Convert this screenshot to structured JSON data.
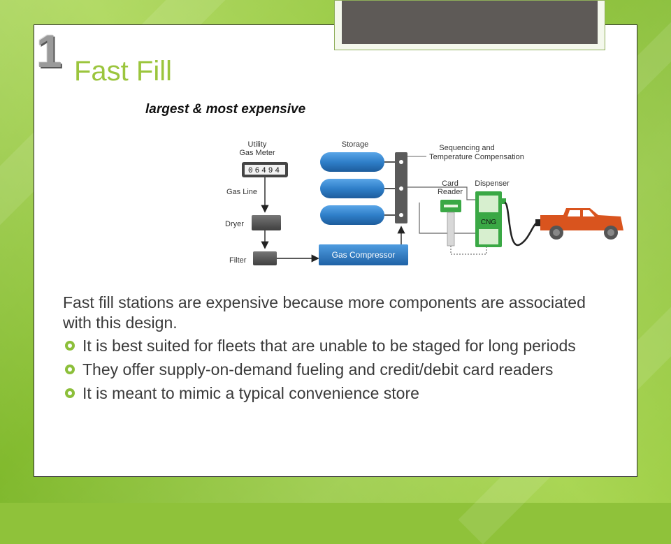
{
  "slide": {
    "number": "1",
    "title": "Fast Fill",
    "subtitle": "largest & most expensive",
    "intro": "Fast fill stations are expensive because more components are associated with this design.",
    "bullets": [
      "It is best suited for fleets that are unable to be staged for long periods",
      "They offer supply-on-demand fueling and credit/debit card readers",
      "It is meant to mimic a typical convenience store"
    ]
  },
  "diagram": {
    "utility_meter_label_1": "Utility",
    "utility_meter_label_2": "Gas Meter",
    "meter_reading": "06494",
    "gas_line_label": "Gas Line",
    "dryer_label": "Dryer",
    "filter_label": "Filter",
    "storage_label": "Storage",
    "sequencing_label_1": "Sequencing and",
    "sequencing_label_2": "Temperature Compensation",
    "card_reader_label_1": "Card",
    "card_reader_label_2": "Reader",
    "dispenser_label": "Dispenser",
    "cng_label": "CNG",
    "compressor_label": "Gas Compressor"
  },
  "colors": {
    "title_green": "#9bc53d",
    "storage_blue": "#2f7fc9",
    "compressor_blue": "#2f7fc9",
    "dispenser_green": "#3aa845",
    "truck_orange": "#d9541e",
    "bullet_green": "#8cbf3a"
  }
}
